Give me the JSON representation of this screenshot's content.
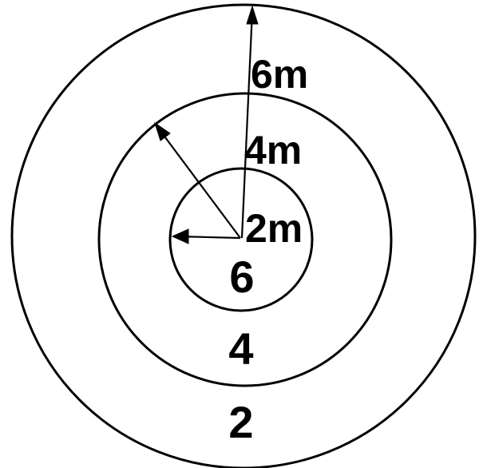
{
  "rings": [
    {
      "radius_label": "2m",
      "score": "6"
    },
    {
      "radius_label": "4m",
      "score": "4"
    },
    {
      "radius_label": "6m",
      "score": "2"
    }
  ],
  "colors": {
    "stroke": "#000000",
    "background": "#ffffff"
  }
}
